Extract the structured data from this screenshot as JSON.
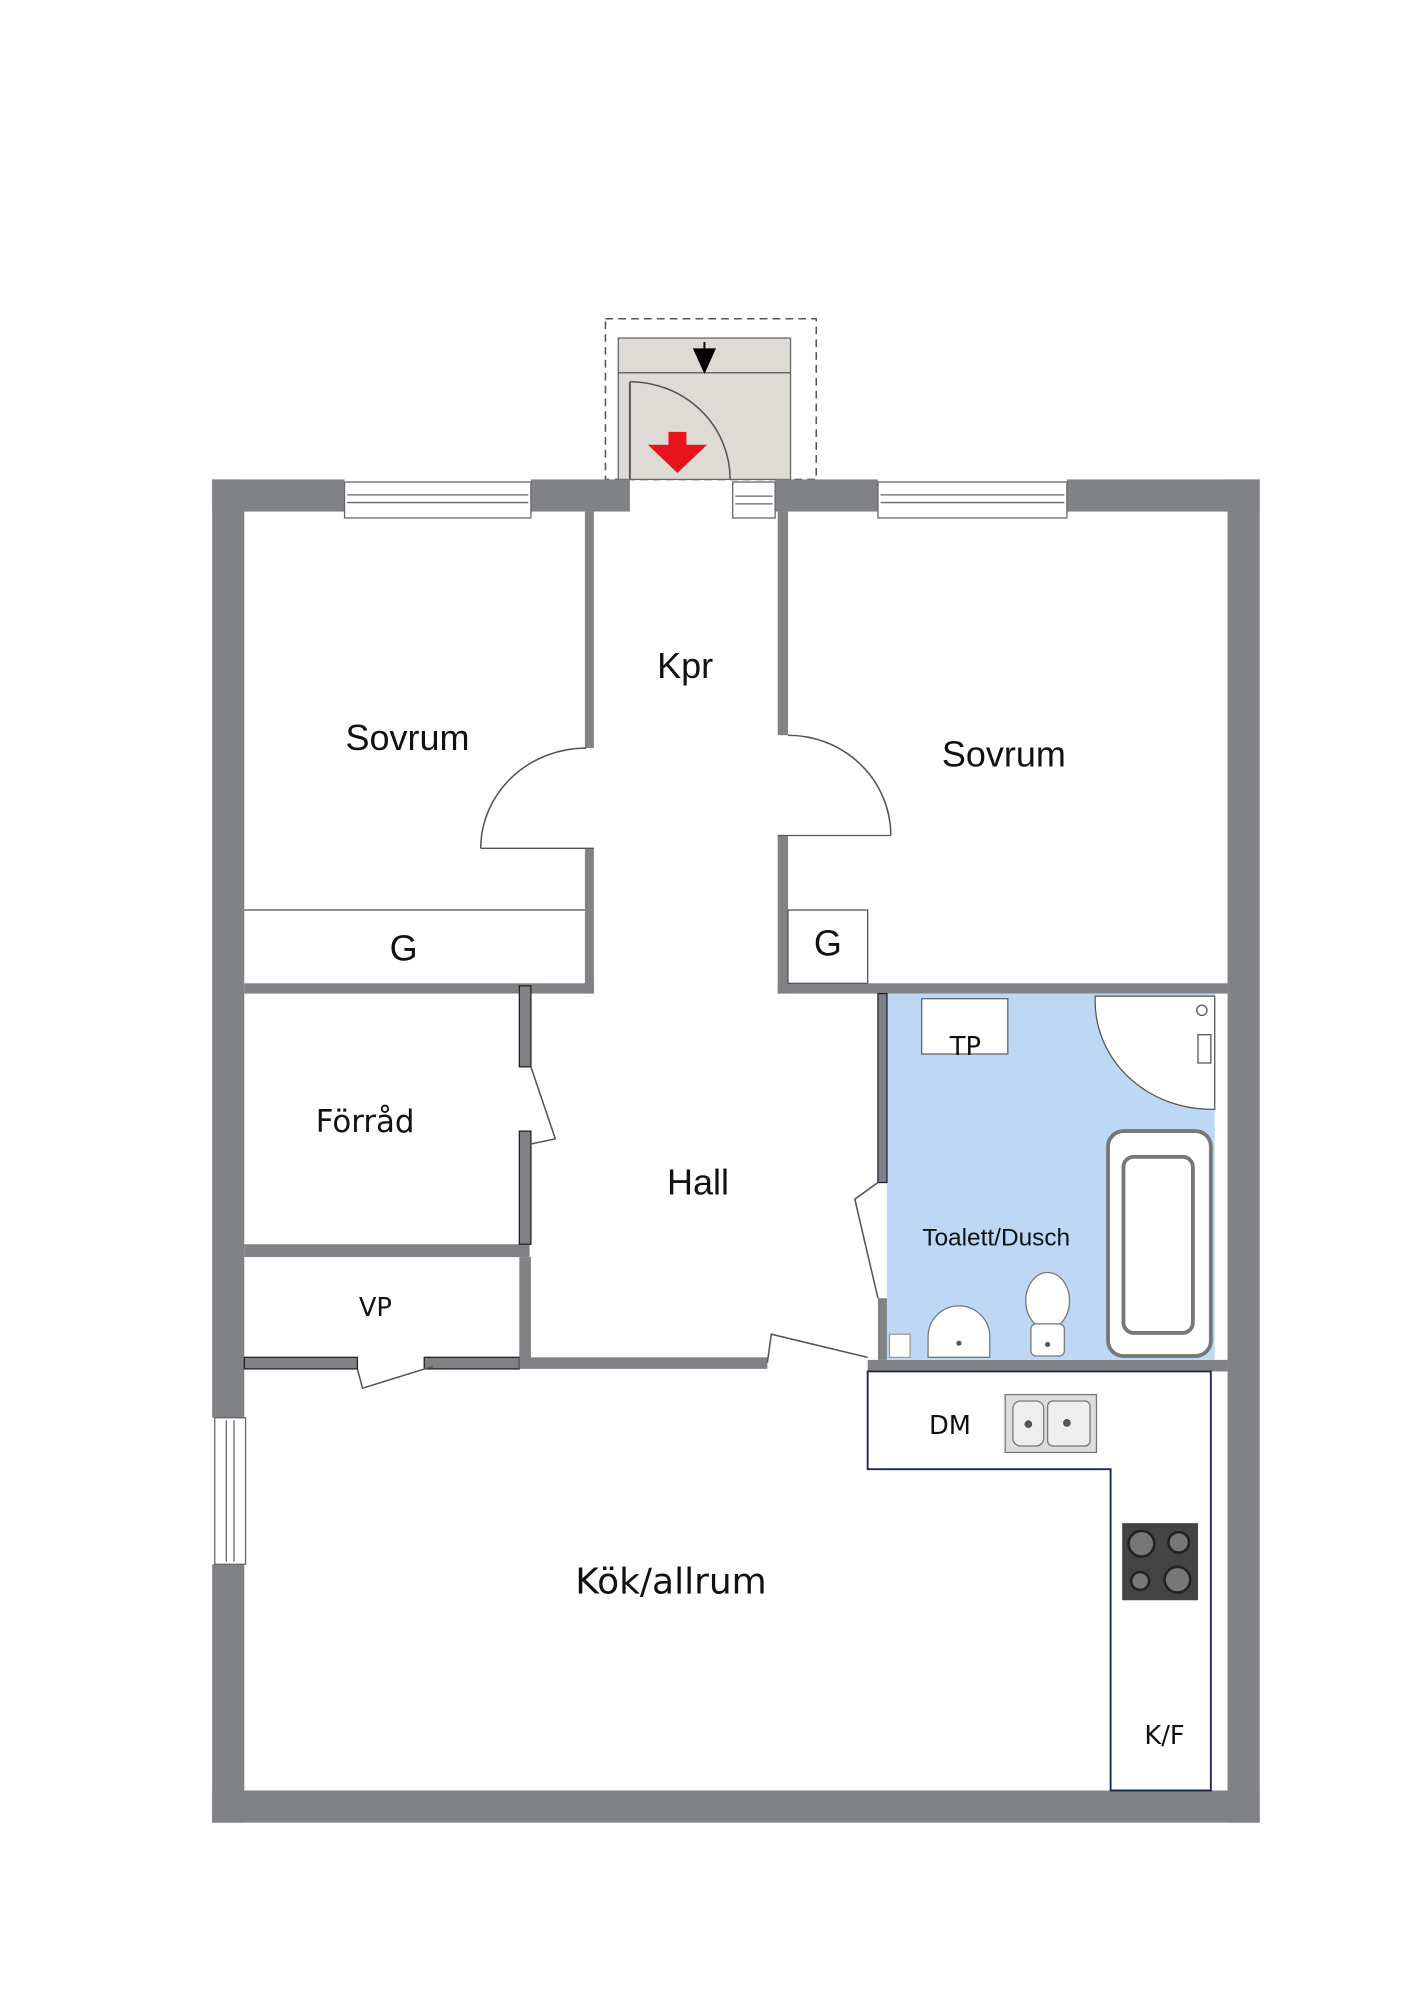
{
  "colors": {
    "wall": "#808285",
    "bathroom": "#bcd8f4",
    "counter": "#1f2a5a",
    "entrance_arrow": "#e8141b",
    "porch": "#dedad6"
  },
  "rooms": {
    "bedroom_left": "Sovrum",
    "bedroom_right": "Sovrum",
    "corridor": "Kpr",
    "closet_left": "G",
    "closet_right": "G",
    "storage": "Förråd",
    "hall": "Hall",
    "bathroom": "Toalett/Dusch",
    "laundry": "TP",
    "utility": "VP",
    "dishwasher": "DM",
    "kitchen": "Kök/allrum",
    "fridge": "K/F"
  }
}
